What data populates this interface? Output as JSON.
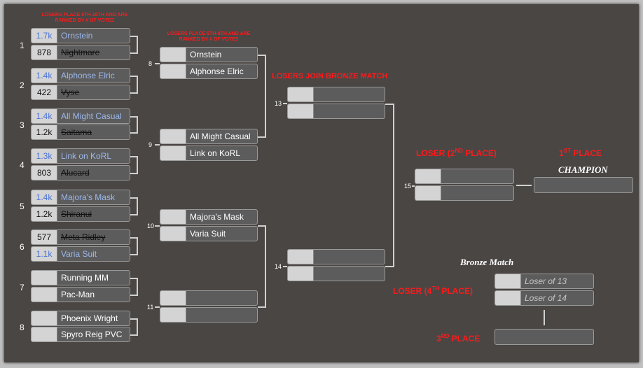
{
  "notes": {
    "r1": "LOSERS PLACE 9TH-16TH AND ARE RANKED BY # OF VOTES",
    "r2": "LOSERS PLACE 5TH-8TH AND ARE RANKED BY # OF VOTES",
    "bronze_join": "LOSERS JOIN BRONZE MATCH"
  },
  "labels": {
    "loser2": "LOSER (2",
    "loser2_sup": "ND",
    "loser2_end": " PLACE)",
    "first": "1",
    "first_sup": "ST",
    "first_end": " PLACE",
    "champion": "CHAMPION",
    "bronze_match": "Bronze Match",
    "loser4": "LOSER (4",
    "loser4_sup": "TH",
    "loser4_end": " PLACE)",
    "third": "3",
    "third_sup": "RD",
    "third_end": " PLACE"
  },
  "seeds": [
    "1",
    "2",
    "3",
    "4",
    "5",
    "6",
    "7",
    "8"
  ],
  "match_numbers": [
    "8",
    "9",
    "10",
    "11",
    "13",
    "14",
    "15"
  ],
  "round1": [
    {
      "score": "1.7k",
      "name": "Ornstein",
      "status": "win"
    },
    {
      "score": "878",
      "name": "Nightmare",
      "status": "lose"
    },
    {
      "score": "1.4k",
      "name": "Alphonse Elric",
      "status": "win"
    },
    {
      "score": "422",
      "name": "Vyse",
      "status": "lose"
    },
    {
      "score": "1.4k",
      "name": "All Might Casual",
      "status": "win"
    },
    {
      "score": "1.2k",
      "name": "Saitama",
      "status": "lose"
    },
    {
      "score": "1.3k",
      "name": "Link on KoRL",
      "status": "win"
    },
    {
      "score": "803",
      "name": "Alucard",
      "status": "lose"
    },
    {
      "score": "1.4k",
      "name": "Majora's Mask",
      "status": "win"
    },
    {
      "score": "1.2k",
      "name": "Shiranui",
      "status": "lose"
    },
    {
      "score": "577",
      "name": "Meta Ridley",
      "status": "lose"
    },
    {
      "score": "1.1k",
      "name": "Varia Suit",
      "status": "win"
    },
    {
      "score": "",
      "name": "Running MM",
      "status": "none"
    },
    {
      "score": "",
      "name": "Pac-Man",
      "status": "none"
    },
    {
      "score": "",
      "name": "Phoenix Wright",
      "status": "none"
    },
    {
      "score": "",
      "name": "Spyro Reig PVC",
      "status": "none"
    }
  ],
  "round2": [
    {
      "score": "",
      "name": "Ornstein"
    },
    {
      "score": "",
      "name": "Alphonse Elric"
    },
    {
      "score": "",
      "name": "All Might Casual"
    },
    {
      "score": "",
      "name": "Link on KoRL"
    },
    {
      "score": "",
      "name": "Majora's Mask"
    },
    {
      "score": "",
      "name": "Varia Suit"
    },
    {
      "score": "",
      "name": ""
    },
    {
      "score": "",
      "name": ""
    }
  ],
  "semis": [
    {
      "score": "",
      "name": ""
    },
    {
      "score": "",
      "name": ""
    },
    {
      "score": "",
      "name": ""
    },
    {
      "score": "",
      "name": ""
    }
  ],
  "final": [
    {
      "score": "",
      "name": ""
    },
    {
      "score": "",
      "name": ""
    }
  ],
  "champion_slot": "",
  "bronze": [
    {
      "score": "",
      "name": "Loser of 13"
    },
    {
      "score": "",
      "name": "Loser of 14"
    }
  ],
  "third_slot": ""
}
